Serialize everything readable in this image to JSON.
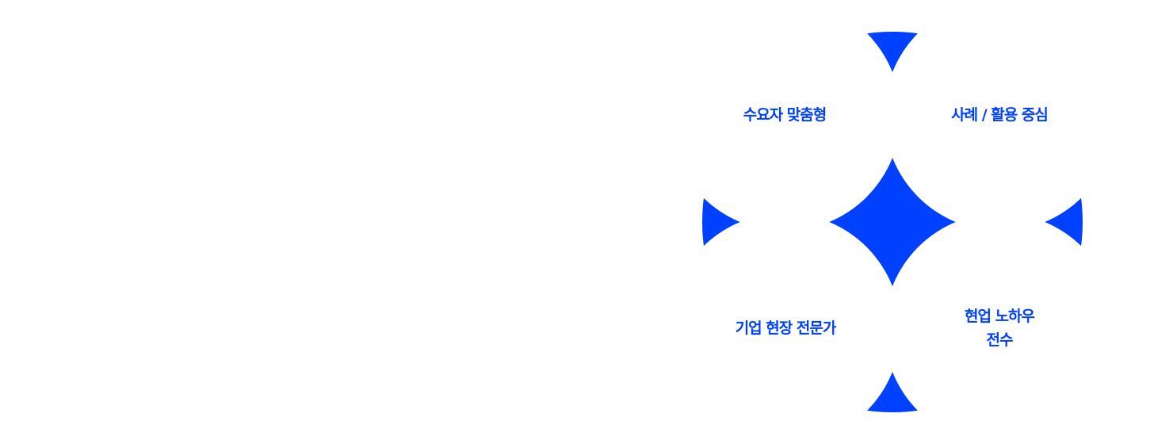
{
  "colors": {
    "accent": "#0040FF",
    "background": "#FFFFFF"
  },
  "diagram": {
    "quadrants": [
      {
        "id": "top-left",
        "label": "수요자 맞춤형"
      },
      {
        "id": "top-right",
        "label": "사례 / 활용 중심"
      },
      {
        "id": "bottom-left",
        "label": "기업 현장 전문가"
      },
      {
        "id": "bottom-right",
        "label": "현업 노하우\n전수"
      }
    ]
  }
}
